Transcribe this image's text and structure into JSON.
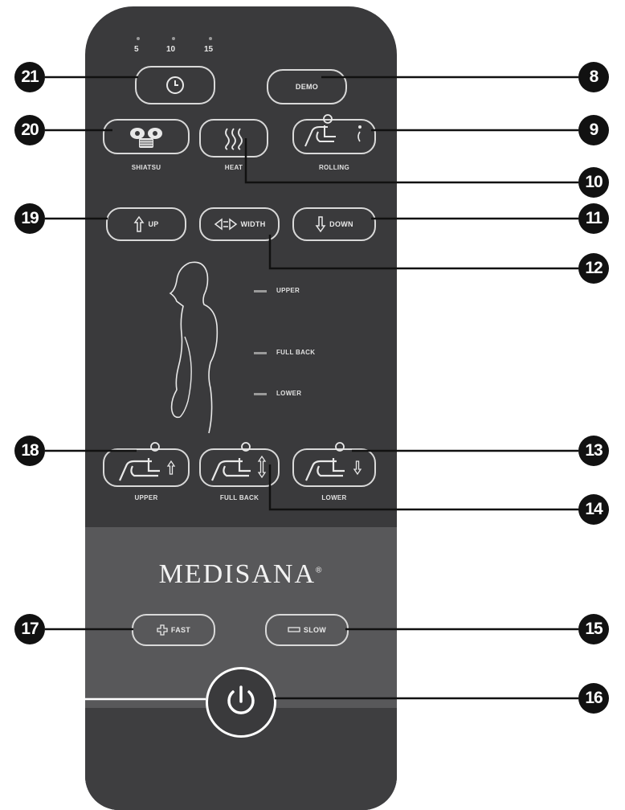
{
  "timer": {
    "ticks": [
      "5",
      "10",
      "15"
    ]
  },
  "buttons": {
    "demo": "DEMO",
    "up": "UP",
    "width": "WIDTH",
    "down": "DOWN",
    "fast": "FAST",
    "slow": "SLOW"
  },
  "labels": {
    "shiatsu": "SHIATSU",
    "heat": "HEAT",
    "rolling": "ROLLING",
    "upper_zone": "UPPER",
    "full_back_zone": "FULL BACK",
    "lower_zone": "LOWER",
    "upper_btn": "UPPER",
    "full_back_btn": "FULL BACK",
    "lower_btn": "LOWER"
  },
  "brand": "MEDISANA",
  "brand_mark": "®",
  "callouts": [
    "21",
    "20",
    "19",
    "18",
    "17",
    "8",
    "9",
    "10",
    "11",
    "12",
    "13",
    "14",
    "15",
    "16"
  ],
  "icons": {
    "timer": "clock-icon",
    "shiatsu": "shiatsu-massage-icon",
    "heat": "heat-waves-icon",
    "rolling": "rolling-chair-icon",
    "width": "width-arrows-icon",
    "up": "arrow-up-icon",
    "down": "arrow-down-icon",
    "body": "body-outline-icon",
    "power": "power-icon"
  },
  "colors": {
    "remote": "#3a3a3c",
    "lower_panel": "#58585a",
    "button_outline": "#d9d9d9",
    "callout": "#111111"
  }
}
